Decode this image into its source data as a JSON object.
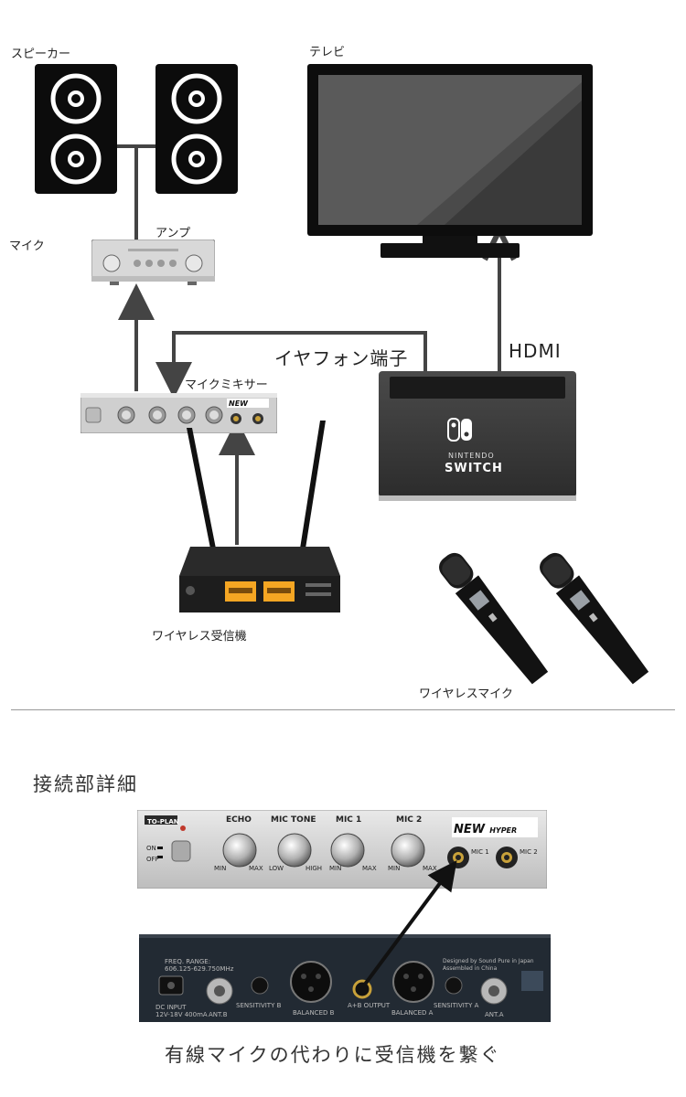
{
  "labels": {
    "speaker": "スピーカー",
    "mic": "マイク",
    "amp": "アンプ",
    "tv": "テレビ",
    "earphone": "イヤフォン端子",
    "hdmi": "HDMI",
    "mixer": "マイクミキサー",
    "receiver": "ワイヤレス受信機",
    "wireless_mic": "ワイヤレスマイク"
  },
  "switch": {
    "brand_top": "NINTENDO",
    "brand_bottom": "SWITCH"
  },
  "detail": {
    "title": "接続部詳細",
    "caption": "有線マイクの代わりに受信機を繋ぐ",
    "mixer": {
      "brand": "TO-PLAN",
      "knobs": [
        "ECHO",
        "MIC TONE",
        "MIC 1",
        "MIC 2"
      ],
      "on": "ON",
      "off": "OFF",
      "min": "MIN",
      "max": "MAX",
      "low": "LOW",
      "high": "HIGH",
      "jack1": "MIC 1",
      "jack2": "MIC 2",
      "logo_main": "NEW",
      "logo_sub": "HYPER"
    },
    "receiver": {
      "freq": "FREQ. RANGE:",
      "freq_value": "606.125-629.750MHz",
      "dc": "DC INPUT",
      "dc_value": "12V-18V 400mA",
      "ant_b": "ANT.B",
      "sens_b": "SENSITIVITY B",
      "bal_b": "BALANCED B",
      "output": "A+B OUTPUT",
      "bal_a": "BALANCED A",
      "sens_a": "SENSITIVITY A",
      "ant_a": "ANT.A",
      "designed": "Designed by Sound Pure in Japan",
      "assembled": "Assembled in China"
    }
  },
  "colors": {
    "arrow": "#444444",
    "device_black": "#111111",
    "lcd": "#f5a623",
    "silver": "#cfcfcf"
  }
}
